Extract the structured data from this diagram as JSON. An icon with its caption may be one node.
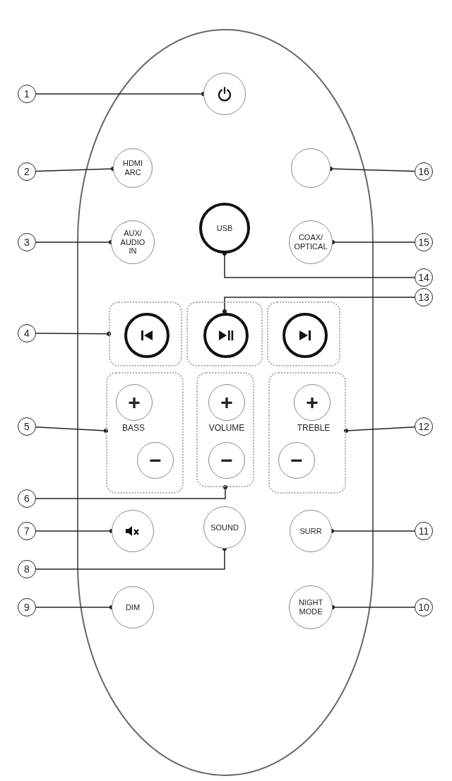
{
  "diagram": {
    "nodes": [
      {
        "text": [
          "1"
        ]
      },
      {
        "text": [],
        "shape": "circle"
      },
      {
        "text": [
          "2"
        ]
      },
      {
        "text": [
          "HDMI ARC"
        ]
      },
      {
        "text": [],
        "shape": "circle"
      },
      {
        "text": [
          "16"
        ]
      },
      {
        "text": [
          "3"
        ]
      },
      {
        "text": [
          "AUX/ AUDIO IN"
        ]
      },
      {
        "text": [
          "USB"
        ]
      },
      {
        "text": [
          "COAX/ OPTICAL"
        ]
      },
      {
        "text": [
          "15"
        ]
      },
      {
        "text": [
          "14"
        ]
      },
      {
        "text": [
          "13"
        ]
      },
      {
        "text": [
          "4"
        ]
      },
      {
        "text": [],
        "shape": "box"
      },
      {
        "text": [],
        "shape": "circle",
        "in": 14
      },
      {
        "text": [],
        "shape": "box"
      },
      {
        "text": [],
        "shape": "circle",
        "in": 16
      },
      {
        "text": [],
        "shape": "box"
      },
      {
        "text": [],
        "shape": "circle",
        "in": 18
      },
      {
        "text": [
          "5"
        ]
      },
      {
        "text": [
          "BASS"
        ]
      },
      {
        "text": [
          "+"
        ],
        "in": 21
      },
      {
        "text": [
          "−"
        ],
        "in": 21
      },
      {
        "text": [
          "VOLUME"
        ]
      },
      {
        "text": [
          "+"
        ],
        "in": 24
      },
      {
        "text": [
          "−"
        ],
        "in": 24
      },
      {
        "text": [
          "TREBLE"
        ]
      },
      {
        "text": [
          "+"
        ],
        "in": 27
      },
      {
        "text": [
          "−"
        ],
        "in": 27
      },
      {
        "text": [
          "12"
        ]
      },
      {
        "text": [
          "6"
        ]
      },
      {
        "text": [
          "7"
        ]
      },
      {
        "text": [],
        "shape": "circle"
      },
      {
        "text": [
          "SOUND"
        ]
      },
      {
        "text": [
          "SURR"
        ]
      },
      {
        "text": [
          "11"
        ]
      },
      {
        "text": [
          "8"
        ]
      },
      {
        "text": [
          "9"
        ]
      },
      {
        "text": [
          "DIM"
        ]
      },
      {
        "text": [
          "NIGHT MODE"
        ]
      },
      {
        "text": [
          "10"
        ]
      }
    ],
    "edges": [
      {
        "from": 0,
        "to": 1,
        "arrow": "other"
      },
      {
        "from": 2,
        "to": 3,
        "arrow": "other"
      },
      {
        "from": 5,
        "to": 4,
        "arrow": "other"
      },
      {
        "from": 6,
        "to": 7,
        "arrow": "other"
      },
      {
        "from": 10,
        "to": 9,
        "arrow": "other"
      },
      {
        "from": 11,
        "to": 8,
        "arrow": "other"
      },
      {
        "from": 12,
        "to": 17,
        "arrow": "other"
      },
      {
        "from": 13,
        "to": 14,
        "arrow": "other"
      },
      {
        "from": 20,
        "to": 21,
        "arrow": "other"
      },
      {
        "from": 30,
        "to": 27,
        "arrow": "other"
      },
      {
        "from": 31,
        "to": 24,
        "arrow": "other"
      },
      {
        "from": 32,
        "to": 33,
        "arrow": "other"
      },
      {
        "from": 36,
        "to": 35,
        "arrow": "other"
      },
      {
        "from": 37,
        "to": 34,
        "arrow": "other"
      },
      {
        "from": 38,
        "to": 39,
        "arrow": "other"
      },
      {
        "from": 41,
        "to": 40,
        "arrow": "other"
      }
    ]
  }
}
